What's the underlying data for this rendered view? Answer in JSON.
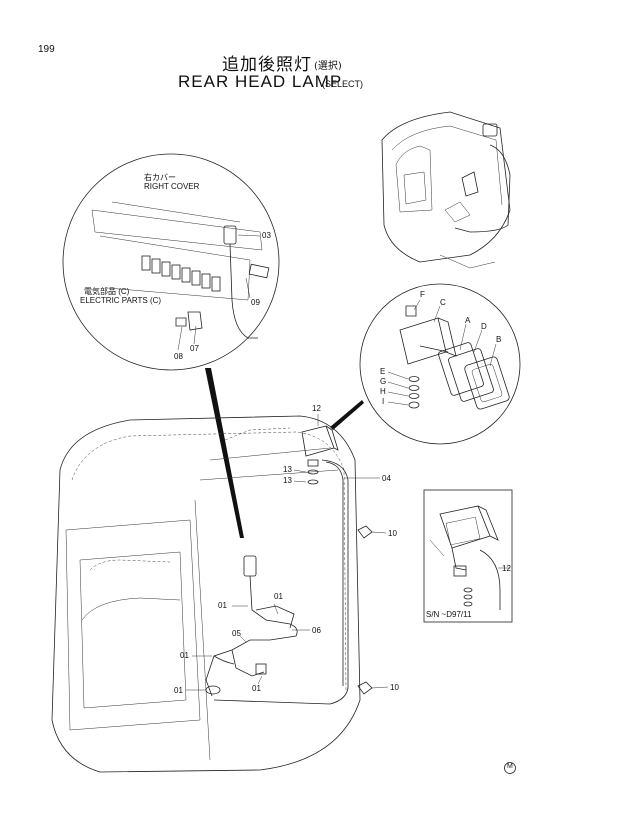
{
  "page_number": "199",
  "title_jp": "追加後照灯",
  "title_jp_sub": "(選択)",
  "title_en": "REAR HEAD LAMP",
  "title_en_sub": "(SELECT)",
  "labels": {
    "right_cover_jp": "右カバー",
    "right_cover_en": "RIGHT COVER",
    "electric_parts_jp": "電気部品 (C)",
    "electric_parts_en": "ELECTRIC PARTS (C)",
    "serial_note": "S/N    ~D97/11",
    "mark": "M"
  },
  "callouts": {
    "c03": "03",
    "c09": "09",
    "c08": "08",
    "c07": "07",
    "cF": "F",
    "cC": "C",
    "cA": "A",
    "cD": "D",
    "cB": "B",
    "cE": "E",
    "cG": "G",
    "cH": "H",
    "cI": "I",
    "c12a": "12",
    "c13a": "13",
    "c13b": "13",
    "c04": "04",
    "c10a": "10",
    "c10b": "10",
    "c12b": "12",
    "c01a": "01",
    "c01b": "01",
    "c01c": "01",
    "c01d": "01",
    "c01e": "01",
    "c05": "05",
    "c06": "06"
  }
}
